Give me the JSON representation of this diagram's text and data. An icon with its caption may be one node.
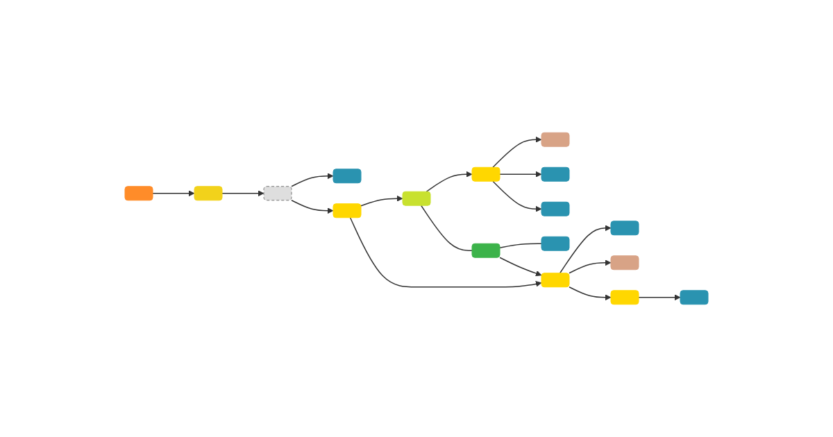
{
  "diagram": {
    "nodes": [
      {
        "text": [],
        "shape": "box"
      },
      {
        "text": [],
        "shape": "box"
      },
      {
        "text": [],
        "shape": "box"
      },
      {
        "text": [],
        "shape": "box"
      },
      {
        "text": [],
        "shape": "box"
      },
      {
        "text": [],
        "shape": "box"
      },
      {
        "text": [],
        "shape": "box"
      },
      {
        "text": [],
        "shape": "box"
      },
      {
        "text": [],
        "shape": "box"
      },
      {
        "text": [],
        "shape": "box"
      },
      {
        "text": [],
        "shape": "box"
      },
      {
        "text": [],
        "shape": "box"
      },
      {
        "text": [],
        "shape": "box"
      },
      {
        "text": [],
        "shape": "box"
      },
      {
        "text": [],
        "shape": "box"
      },
      {
        "text": [],
        "shape": "box"
      },
      {
        "text": [],
        "shape": "box"
      }
    ],
    "edges": [
      {
        "from": 0,
        "to": 1,
        "arrow": "to"
      },
      {
        "from": 1,
        "to": 2,
        "arrow": "to"
      },
      {
        "from": 2,
        "to": 3,
        "arrow": "to"
      },
      {
        "from": 2,
        "to": 4,
        "arrow": "to"
      },
      {
        "from": 4,
        "to": 5,
        "arrow": "to"
      },
      {
        "from": 4,
        "to": 12,
        "arrow": "to"
      },
      {
        "from": 5,
        "to": 6,
        "arrow": "to"
      },
      {
        "from": 5,
        "to": 7,
        "arrow": "none"
      },
      {
        "from": 6,
        "to": 8,
        "arrow": "to"
      },
      {
        "from": 6,
        "to": 9,
        "arrow": "to"
      },
      {
        "from": 6,
        "to": 10,
        "arrow": "to"
      },
      {
        "from": 7,
        "to": 12,
        "arrow": "to"
      },
      {
        "from": 7,
        "to": 11,
        "arrow": "none"
      },
      {
        "from": 12,
        "to": 13,
        "arrow": "to"
      },
      {
        "from": 12,
        "to": 14,
        "arrow": "to"
      },
      {
        "from": 12,
        "to": 15,
        "arrow": "to"
      },
      {
        "from": 15,
        "to": 16,
        "arrow": "to"
      }
    ]
  }
}
